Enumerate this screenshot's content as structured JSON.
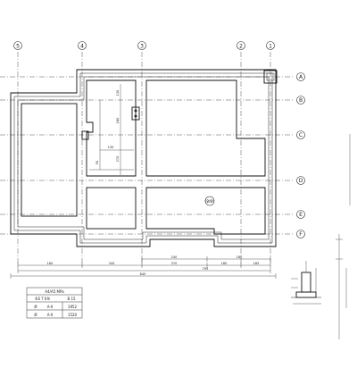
{
  "axes_vertical": [
    "5",
    "4",
    "3",
    "2",
    "1"
  ],
  "axes_horizontal": [
    "A",
    "B",
    "C",
    "D",
    "E",
    "F"
  ],
  "section_label": "2/2",
  "dimensions_bottom": {
    "row1": [
      "240",
      "180"
    ],
    "row2": [
      "160",
      "345",
      "370",
      "180",
      "185"
    ],
    "row3": [
      "795"
    ],
    "row4": [
      "840"
    ]
  },
  "dimensions_interior": [
    "130",
    "180",
    "130",
    "50",
    "270"
  ],
  "table": {
    "header": "A4/A5 MPa",
    "row1": [
      "BETON",
      "B 15"
    ],
    "row2": [
      "Ø",
      "A-II",
      "1952"
    ],
    "row3": [
      "Ø",
      "A-II",
      "1520"
    ]
  }
}
